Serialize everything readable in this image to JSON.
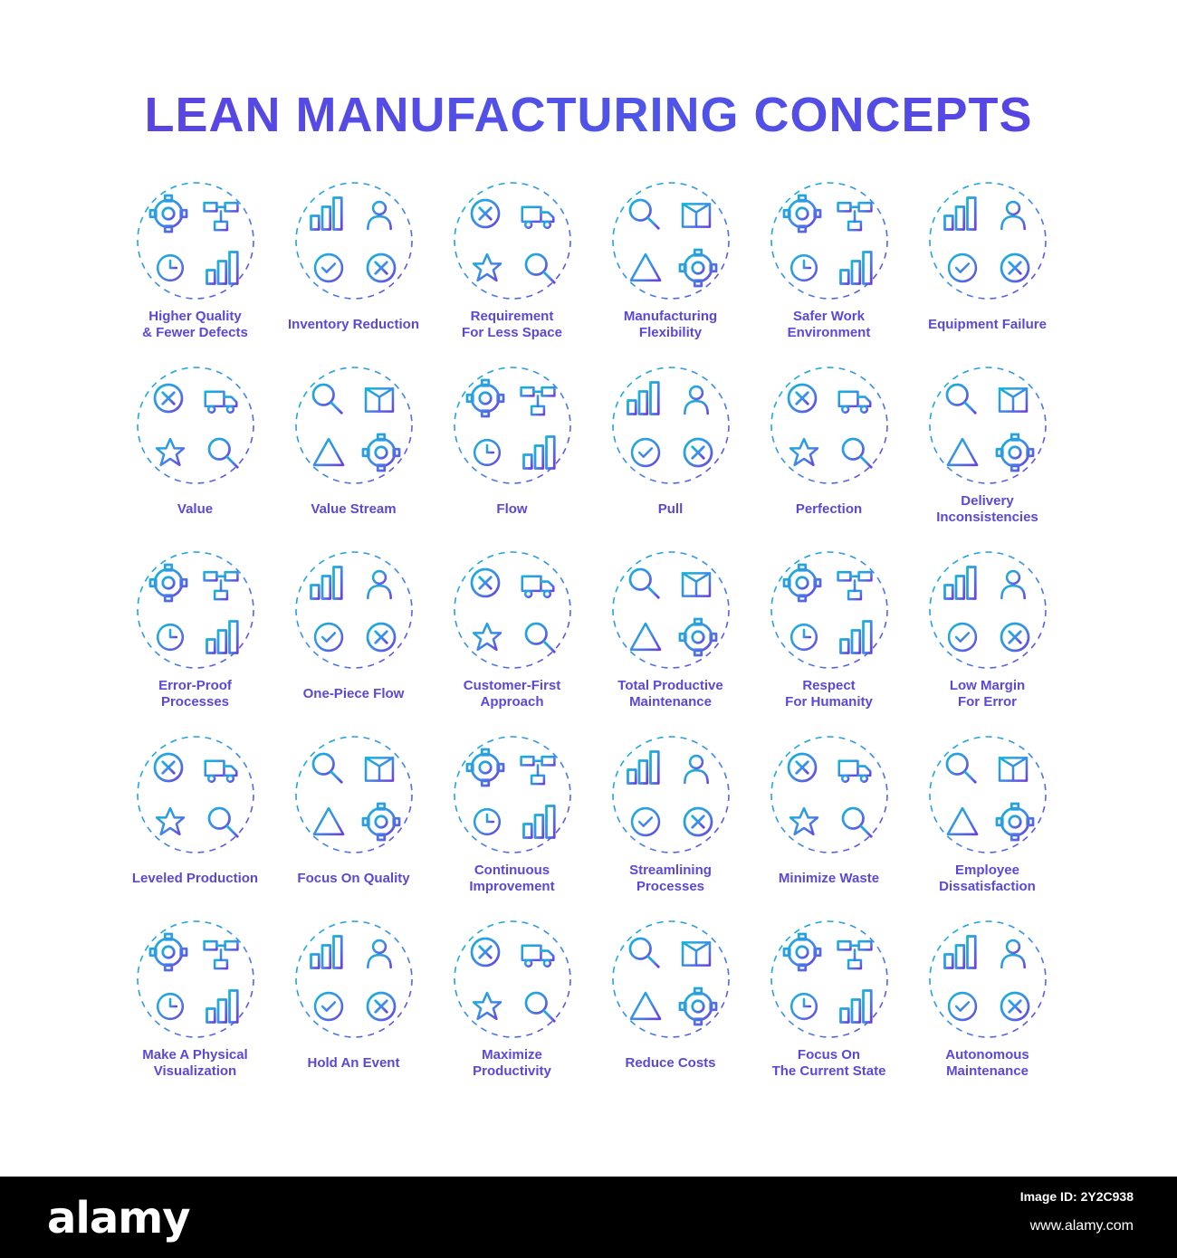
{
  "poster": {
    "title": "LEAN MANUFACTURING CONCEPTS",
    "gradient_colors": [
      "#12b5d8",
      "#3f8ae6",
      "#6a3fe0"
    ],
    "items": [
      {
        "label": "Higher Quality\n& Fewer Defects",
        "icon": "quality-defects-icon"
      },
      {
        "label": "Inventory Reduction",
        "icon": "inventory-reduction-icon"
      },
      {
        "label": "Requirement\nFor Less Space",
        "icon": "less-space-icon"
      },
      {
        "label": "Manufacturing\nFlexibility",
        "icon": "flexibility-icon"
      },
      {
        "label": "Safer Work\nEnvironment",
        "icon": "safer-work-icon"
      },
      {
        "label": "Equipment Failure",
        "icon": "equipment-failure-icon"
      },
      {
        "label": "Value",
        "icon": "value-icon"
      },
      {
        "label": "Value Stream",
        "icon": "value-stream-icon"
      },
      {
        "label": "Flow",
        "icon": "flow-icon"
      },
      {
        "label": "Pull",
        "icon": "pull-icon"
      },
      {
        "label": "Perfection",
        "icon": "perfection-icon"
      },
      {
        "label": "Delivery\nInconsistencies",
        "icon": "delivery-inconsistencies-icon"
      },
      {
        "label": "Error-Proof\nProcesses",
        "icon": "error-proof-icon"
      },
      {
        "label": "One-Piece Flow",
        "icon": "one-piece-flow-icon"
      },
      {
        "label": "Customer-First\nApproach",
        "icon": "customer-first-icon"
      },
      {
        "label": "Total Productive\nMaintenance",
        "icon": "total-productive-maintenance-icon"
      },
      {
        "label": "Respect\nFor Humanity",
        "icon": "respect-humanity-icon"
      },
      {
        "label": "Low Margin\nFor Error",
        "icon": "low-margin-icon"
      },
      {
        "label": "Leveled Production",
        "icon": "leveled-production-icon"
      },
      {
        "label": "Focus On Quality",
        "icon": "focus-quality-icon"
      },
      {
        "label": "Continuous\nImprovement",
        "icon": "continuous-improvement-icon"
      },
      {
        "label": "Streamlining\nProcesses",
        "icon": "streamlining-icon"
      },
      {
        "label": "Minimize Waste",
        "icon": "minimize-waste-icon"
      },
      {
        "label": "Employee\nDissatisfaction",
        "icon": "employee-dissatisfaction-icon"
      },
      {
        "label": "Make A Physical\nVisualization",
        "icon": "physical-visualization-icon"
      },
      {
        "label": "Hold An Event",
        "icon": "hold-event-icon"
      },
      {
        "label": "Maximize\nProductivity",
        "icon": "maximize-productivity-icon"
      },
      {
        "label": "Reduce Costs",
        "icon": "reduce-costs-icon"
      },
      {
        "label": "Focus On\nThe Current State",
        "icon": "current-state-icon"
      },
      {
        "label": "Autonomous\nMaintenance",
        "icon": "autonomous-maintenance-icon"
      }
    ]
  },
  "footer": {
    "brand": "alamy",
    "image_id": "Image ID: 2Y2C938",
    "site": "www.alamy.com"
  }
}
